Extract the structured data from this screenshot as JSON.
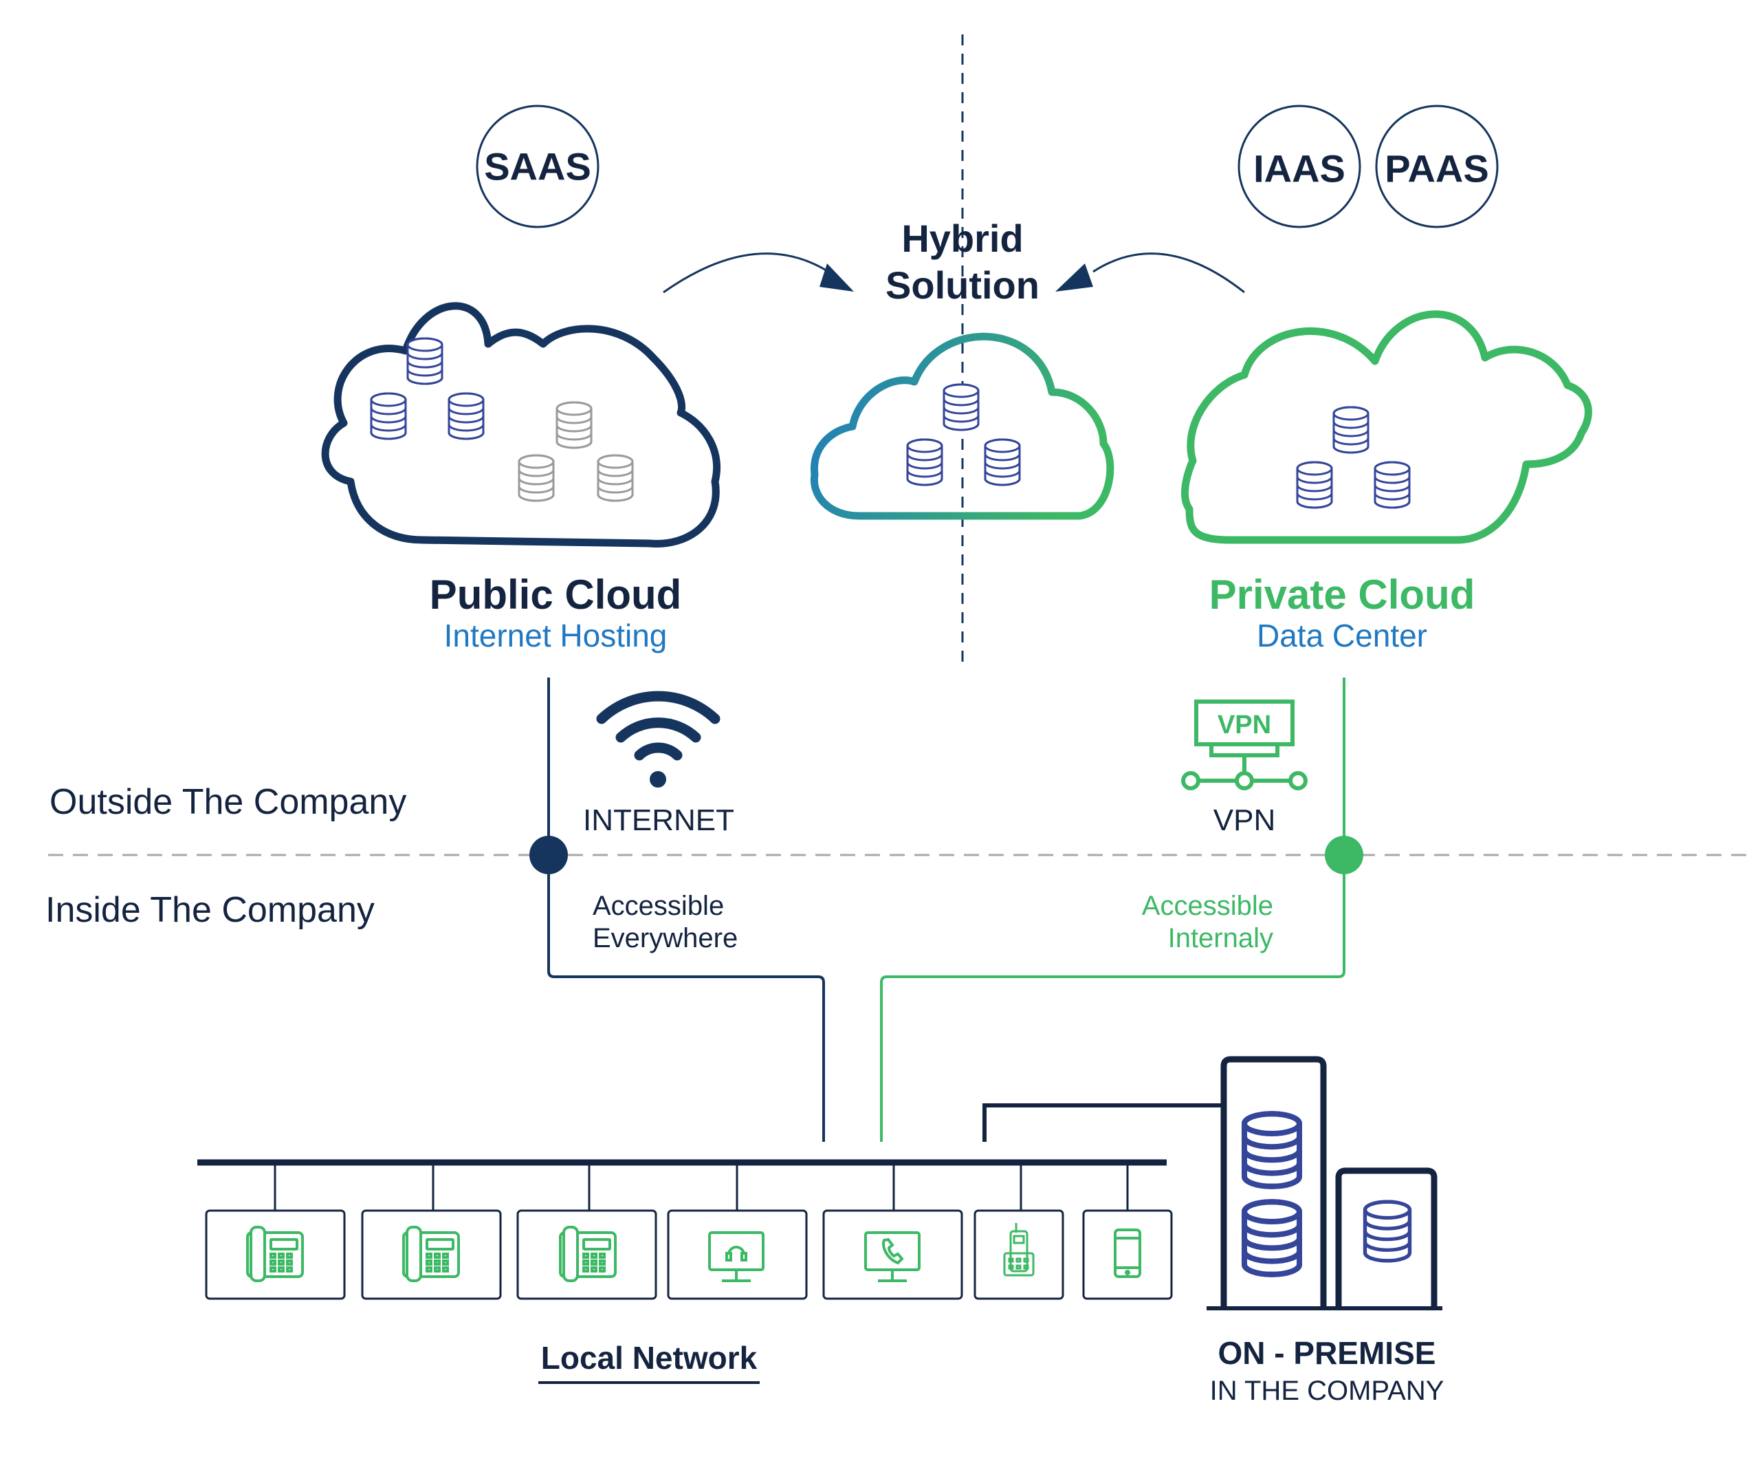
{
  "colors": {
    "navy": "#15355e",
    "dark_text": "#142440",
    "blue": "#1f78c1",
    "green": "#3db865",
    "dark_green": "#2a9e50",
    "gray": "#9a9a9a",
    "dashed_gray": "#a8a8a8"
  },
  "service_badges": {
    "saas": "SAAS",
    "iaas": "IAAS",
    "paas": "PAAS"
  },
  "hybrid": {
    "line1": "Hybrid",
    "line2": "Solution"
  },
  "public_cloud": {
    "title": "Public Cloud",
    "subtitle": "Internet Hosting"
  },
  "private_cloud": {
    "title": "Private Cloud",
    "subtitle": "Data Center"
  },
  "zones": {
    "outside": "Outside The Company",
    "inside": "Inside The Company"
  },
  "internet": {
    "icon": "wifi-icon",
    "label": "INTERNET",
    "access_line1": "Accessible",
    "access_line2": "Everywhere"
  },
  "vpn": {
    "icon": "vpn-network-icon",
    "badge": "VPN",
    "label": "VPN",
    "access_line1": "Accessible",
    "access_line2": "Internaly"
  },
  "local_network": {
    "label": "Local Network",
    "devices": [
      {
        "icon": "desk-phone-icon"
      },
      {
        "icon": "desk-phone-icon"
      },
      {
        "icon": "desk-phone-icon"
      },
      {
        "icon": "monitor-headset-icon"
      },
      {
        "icon": "monitor-phone-icon"
      },
      {
        "icon": "cordless-phone-icon"
      },
      {
        "icon": "mobile-phone-icon"
      }
    ]
  },
  "on_premise": {
    "title": "ON - PREMISE",
    "subtitle": "IN THE COMPANY"
  }
}
